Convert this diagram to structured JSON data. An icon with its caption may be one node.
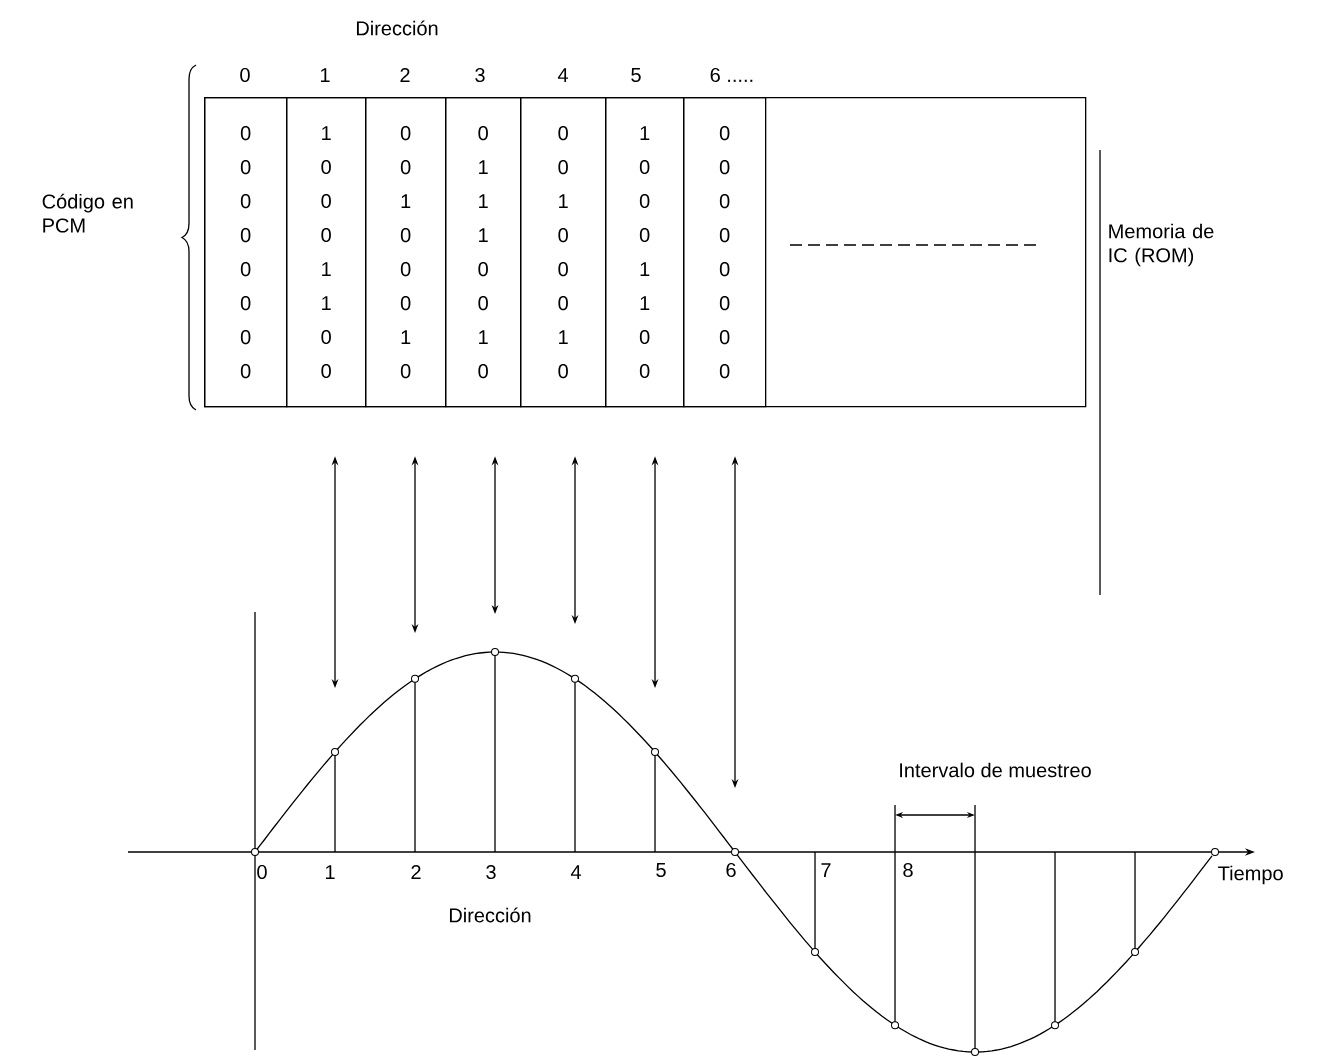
{
  "diagram": {
    "nodes": [
      {
        "text": [],
        "shape": "box"
      },
      {
        "text": [
          "0",
          "0",
          "0",
          "0",
          "0",
          "0",
          "0",
          "0"
        ],
        "in": 0
      },
      {
        "text": [
          "1",
          "0",
          "0",
          "0",
          "1",
          "1",
          "0",
          "0"
        ],
        "in": 0
      },
      {
        "text": [
          "0",
          "0",
          "1",
          "0",
          "0",
          "0",
          "1",
          "0"
        ],
        "in": 0
      },
      {
        "text": [
          "0",
          "1",
          "1",
          "1",
          "0",
          "0",
          "1",
          "0"
        ],
        "in": 0
      },
      {
        "text": [
          "0",
          "0",
          "1",
          "0",
          "0",
          "0",
          "1",
          "0"
        ],
        "in": 0
      },
      {
        "text": [
          "1",
          "0",
          "0",
          "0",
          "1",
          "1",
          "0",
          "0"
        ],
        "in": 0
      },
      {
        "text": [
          "0",
          "0",
          "0",
          "0",
          "0",
          "0",
          "0",
          "0"
        ],
        "in": 0
      },
      {
        "text": [],
        "shape": "circle"
      },
      {
        "text": [],
        "shape": "circle"
      },
      {
        "text": [],
        "shape": "circle"
      },
      {
        "text": [],
        "shape": "circle"
      },
      {
        "text": [],
        "shape": "circle"
      },
      {
        "text": [],
        "shape": "circle"
      }
    ],
    "edges": [
      {
        "from": 2,
        "to": 8,
        "arrow": "both"
      },
      {
        "from": 3,
        "to": 9,
        "arrow": "both"
      },
      {
        "from": 4,
        "to": 10,
        "arrow": "both"
      },
      {
        "from": 5,
        "to": 11,
        "arrow": "both"
      },
      {
        "from": 6,
        "to": 12,
        "arrow": "both"
      },
      {
        "from": 7,
        "to": 13,
        "arrow": "both"
      }
    ],
    "labels": [
      "Dirección",
      "0",
      "1",
      "2",
      "3",
      "4",
      "5",
      "6 .....",
      "Código en PCM",
      "Memoria de IC (ROM)",
      "Intervalo de muestreo",
      "0",
      "1",
      "2",
      "3",
      "4",
      "5",
      "6",
      "7",
      "8",
      "Tiempo",
      "Dirección"
    ]
  }
}
